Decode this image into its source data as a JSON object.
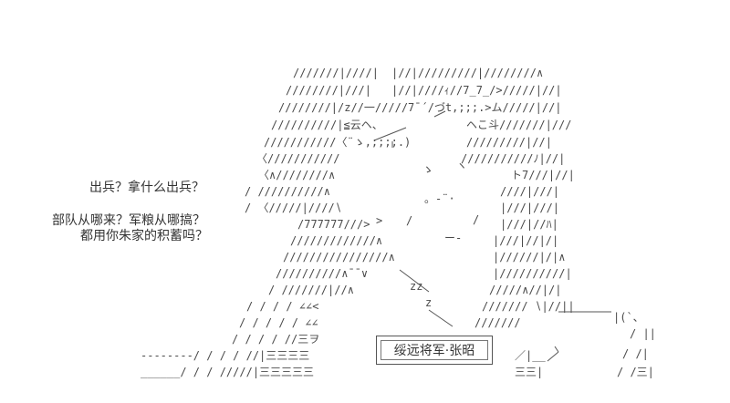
{
  "dialogue": {
    "line1": "出兵？拿什么出兵？",
    "line2": "部队从哪来？军粮从哪搞？",
    "line3": "都用你朱家的积蓄吗？"
  },
  "caption": {
    "name": "绥远将军·张昭"
  },
  "sound": {
    "zz": "zz",
    "z": "z"
  },
  "colors": {
    "ink": "#4a4a4a",
    "background": "#ffffff"
  }
}
